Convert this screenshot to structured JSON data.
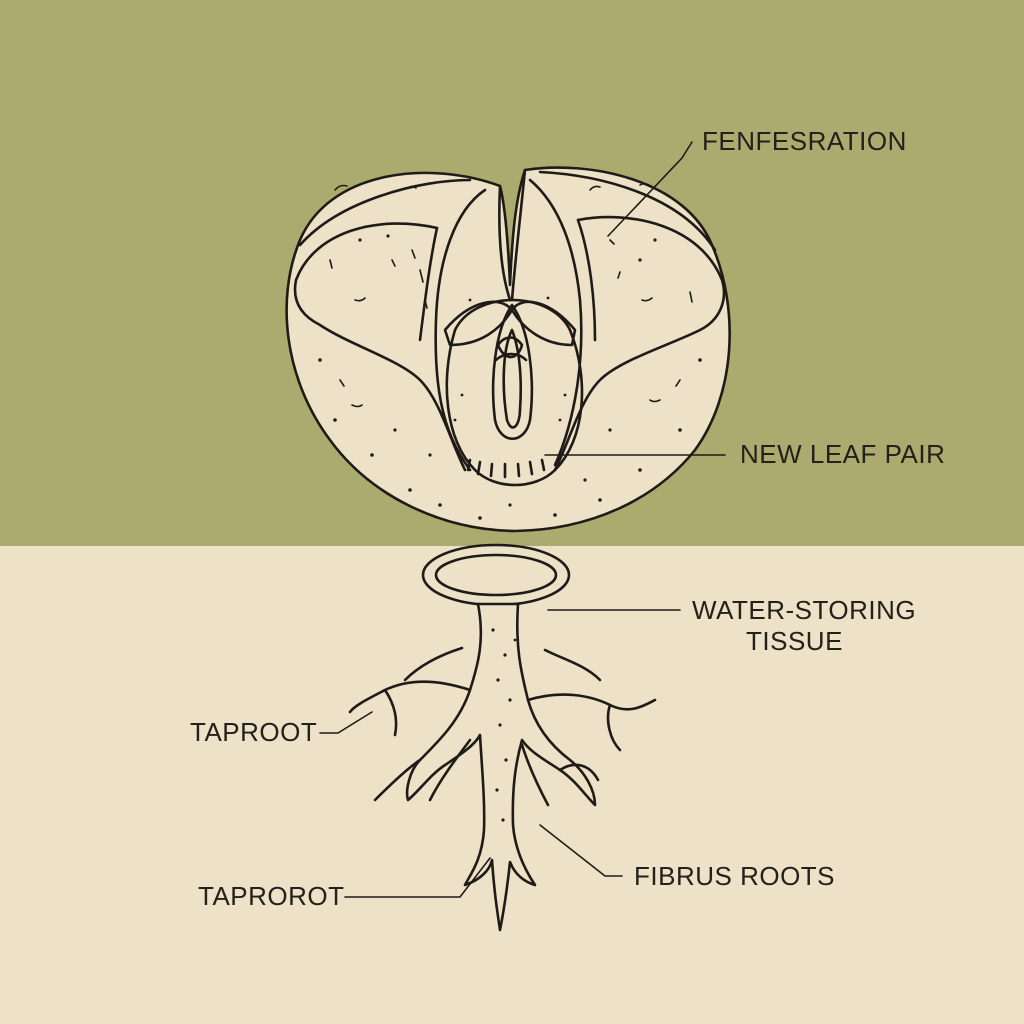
{
  "labels": {
    "fenestration": "FENFESRATION",
    "new_leaf_pair": "NEW LEAF PAIR",
    "water_storing_line1": "WATER-STORING",
    "water_storing_line2": "TISSUE",
    "taproot": "TAPROOT",
    "taprorot": "TAPROROT",
    "fibrus_roots": "FIBRUS ROOTS"
  },
  "colors": {
    "upper_background": "#abab6f",
    "lower_background": "#ede1c8",
    "ink": "#1f1b16",
    "plant_fill": "#ede1c8"
  }
}
